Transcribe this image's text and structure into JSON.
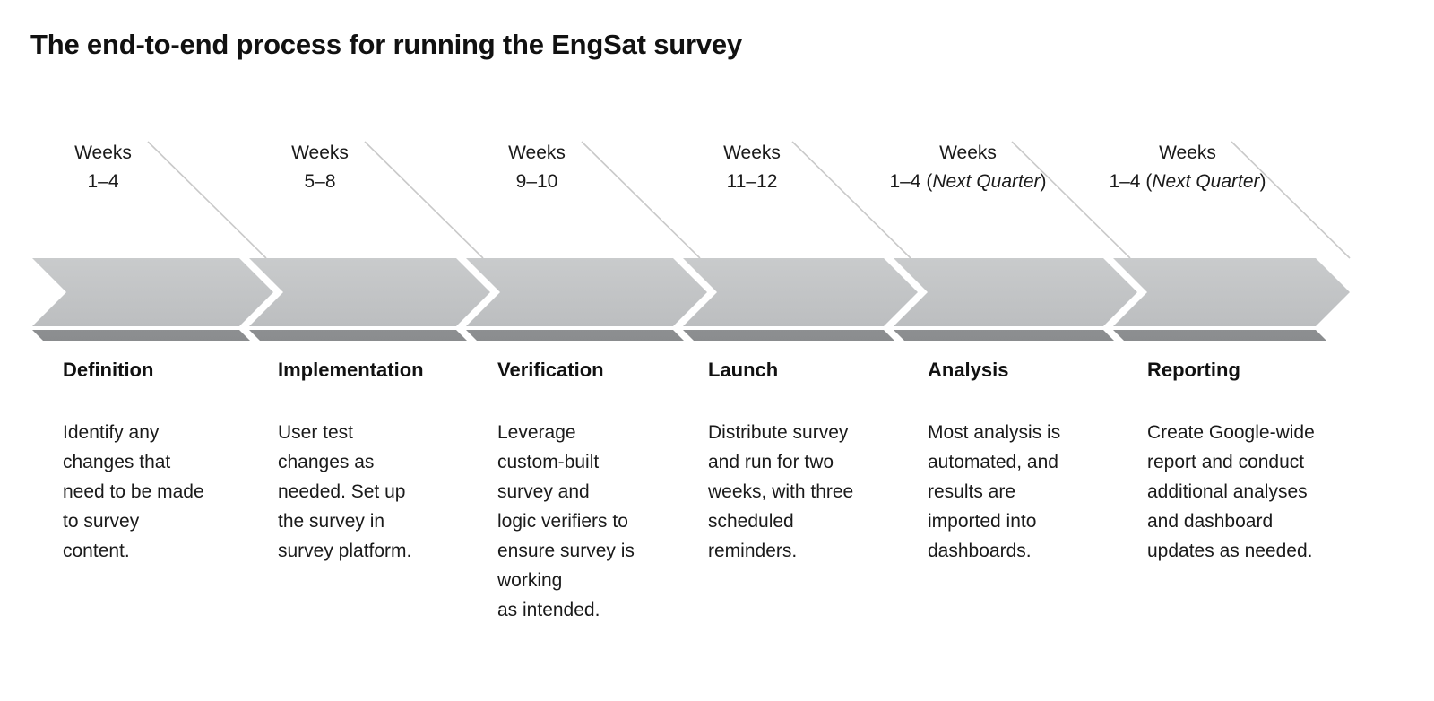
{
  "title": "The end-to-end process for running the EngSat survey",
  "colors": {
    "chevron_top": "#c3c5c6",
    "chevron_bottom": "#848688",
    "leader_line": "#c9c9c9",
    "text": "#1a1a1a",
    "heading": "#111111",
    "background": "#ffffff"
  },
  "timeline": {
    "phases": [
      {
        "week_line1": "Weeks",
        "week_line2": "1–4",
        "week_note": "",
        "heading": "Definition",
        "body_lines": [
          "Identify any",
          "changes that",
          "need to be made",
          "to survey",
          "content."
        ],
        "body_text": "Identify any changes that need to be made to survey content."
      },
      {
        "week_line1": "Weeks",
        "week_line2": "5–8",
        "week_note": "",
        "heading": "Implementation",
        "body_lines": [
          "User test",
          "changes as",
          "needed. Set up",
          "the survey in",
          "survey platform."
        ],
        "body_text": "User test changes as needed. Set up the survey in survey platform."
      },
      {
        "week_line1": "Weeks",
        "week_line2": "9–10",
        "week_note": "",
        "heading": "Verification",
        "body_lines": [
          "Leverage",
          "custom-built",
          "survey and",
          "logic verifiers to",
          "ensure survey is",
          "working",
          "as intended."
        ],
        "body_text": "Leverage custom-built survey and logic verifiers to ensure survey is working as intended."
      },
      {
        "week_line1": "Weeks",
        "week_line2": "11–12",
        "week_note": "",
        "heading": "Launch",
        "body_lines": [
          "Distribute survey",
          "and run for two",
          "weeks, with three",
          "scheduled",
          "reminders."
        ],
        "body_text": "Distribute survey and run for two weeks, with three scheduled reminders."
      },
      {
        "week_line1": "Weeks",
        "week_line2": "1–4 (",
        "week_note": "Next Quarter",
        "week_line3": ")",
        "heading": "Analysis",
        "body_lines": [
          "Most analysis is",
          "automated, and",
          "results are",
          "imported into",
          "dashboards."
        ],
        "body_text": "Most analysis is automated, and results are imported into dashboards."
      },
      {
        "week_line1": "Weeks",
        "week_line2": "1–4 (",
        "week_note": "Next Quarter",
        "week_line3": ")",
        "heading": "Reporting",
        "body_lines": [
          "Create Google-wide",
          "report and conduct",
          "additional analyses",
          "and dashboard",
          "updates as needed."
        ],
        "body_text": "Create Google-wide report and conduct additional analyses and dashboard updates as needed."
      }
    ]
  }
}
